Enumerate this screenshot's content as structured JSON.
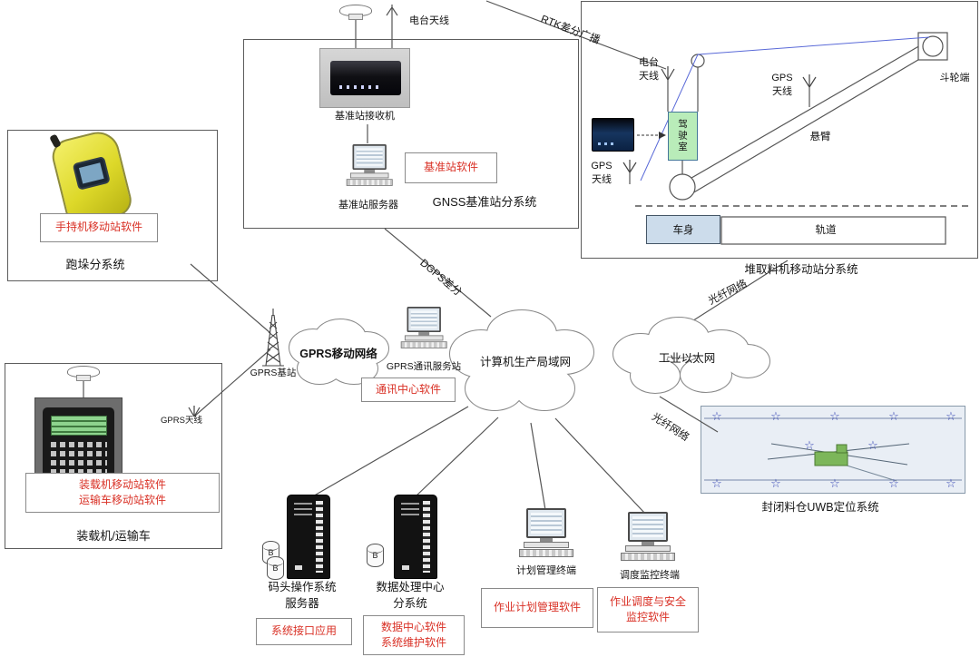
{
  "colors": {
    "software_text": "#d93025",
    "line": "#555555",
    "cloud_stroke": "#888888",
    "cab_green": "#b9ecb9",
    "body_blue": "#ccdceb"
  },
  "gnss": {
    "radio_antenna": "电台天线",
    "receiver": "基准站接收机",
    "server": "基准站服务器",
    "software": "基准站软件",
    "title": "GNSS基准站分系统"
  },
  "stacker": {
    "radio_antenna": "电台\n天线",
    "gps_right": "GPS\n天线",
    "gps_left": "GPS\n天线",
    "bucket_end": "斗轮端",
    "boom": "悬臂",
    "cab": "驾驶室",
    "body": "车身",
    "track": "轨道",
    "title": "堆取料机移动站分系统"
  },
  "paodu": {
    "software": "手持机移动站软件",
    "title": "跑垛分系统"
  },
  "loader": {
    "antenna": "GPRS天线",
    "software": "装载机移动站软件\n运输车移动站软件",
    "title": "装载机/运输车"
  },
  "network": {
    "rtk": "RTK差分广播",
    "dgps": "DGPS差分",
    "fiber_top": "光纤网络",
    "fiber_bottom": "光纤网络",
    "gprs_base": "GPRS基站",
    "gprs_cloud": "GPRS移动网络",
    "gprs_server": "GPRS通讯服务站",
    "comm_software": "通讯中心软件",
    "lan_cloud": "计算机生产局域网",
    "ethernet_cloud": "工业以太网"
  },
  "bottom": {
    "dock_label": "码头操作系统\n服务器",
    "dock_software": "系统接口应用",
    "db_label": "B",
    "data_label": "数据处理中心\n分系统",
    "data_software": "数据中心软件\n系统维护软件",
    "plan_label": "计划管理终端",
    "plan_software": "作业计划管理软件",
    "dispatch_label": "调度监控终端",
    "dispatch_software": "作业调度与安全\n监控软件"
  },
  "uwb": {
    "title": "封闭料仓UWB定位系统"
  }
}
